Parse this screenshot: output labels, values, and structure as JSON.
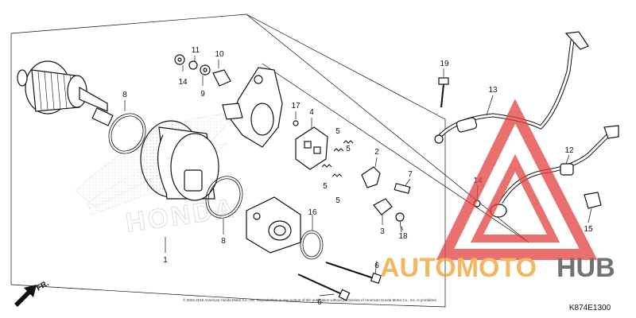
{
  "diagram": {
    "code": "K874E1300",
    "front_marker": "FR.",
    "copyright": "© 2003-2015 American Honda Motor Co., Inc. Reproduction or any portion of this publication without permission of American Honda Motor Co., Inc. is prohibited.",
    "watermark_brand": "HONDA",
    "watermark_logo": {
      "text_auto": "AUTOMOTO",
      "text_hub": "HUB",
      "color_primary": "#f0a030",
      "color_triangle": "#e34040",
      "color_hub": "#444444"
    },
    "callouts": {
      "c1": "1",
      "c2": "2",
      "c3": "3",
      "c4": "4",
      "c5a": "5",
      "c5b": "5",
      "c5c": "5",
      "c5d": "5",
      "c6a": "6",
      "c6b": "6",
      "c7": "7",
      "c8a": "8",
      "c8b": "8",
      "c9": "9",
      "c10": "10",
      "c11": "11",
      "c12": "12",
      "c13": "13",
      "c14a": "14",
      "c14b": "14",
      "c15": "15",
      "c16": "16",
      "c17": "17",
      "c18": "18",
      "c19": "19"
    }
  }
}
